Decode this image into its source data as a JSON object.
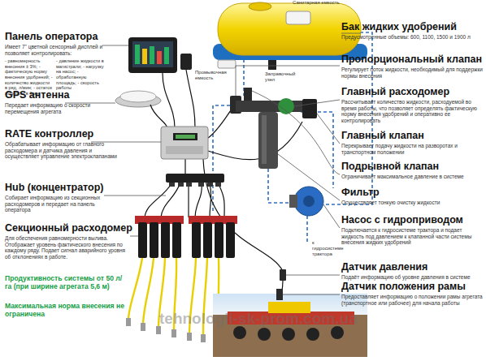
{
  "diagram": {
    "nodes": [
      {
        "text": [
          "Панель оператора",
          "Имеет 7\" цветной сенсорный дисплей и позволяет контролировать:",
          "- равномерность внесения ± 3%; - фактическую норму внесения удобрений; - количество жидкости в ряд, л/мин; - остаток жидкости в баке;",
          "- давление жидкости в магистрали; - нагрузку на насос; - обработанную площадь; - скорость работы"
        ]
      },
      {
        "text": [
          "GPS антенна",
          "Передает информацию о скорости перемещения агрегата"
        ]
      },
      {
        "text": [
          "RATE контроллер",
          "Обрабатывает информацию от главного расходомера и датчика давления и осуществляет управление электроклапанами"
        ]
      },
      {
        "text": [
          "Hub (концентратор)",
          "Собирает информацию из секционных расходомеров и передает на панель оператора"
        ]
      },
      {
        "text": [
          "Секционный расходомер",
          "Для обеспечения равномерности вылива. Отображает уровень фактического внесения по каждому ряду. Подает сигнал аварийного уровня об отклонениях в работе."
        ]
      },
      {
        "text": [
          "Бак жидких удобрений",
          "Предусмотренные объемы: 600, 1100, 1500 и 1900 л"
        ]
      },
      {
        "text": [
          "Пропорциональный клапан",
          "Регулирует поток жидкости, необходимый для поддержки нормы внесения"
        ]
      },
      {
        "text": [
          "Главный расходомер",
          "Рассчитывает количество жидкости, расходуемой во время работы, что позволяет определять фактическую норму внесения удобрений и оперативно ее контролировать"
        ]
      },
      {
        "text": [
          "Главный клапан",
          "Перекрывает подачу жидкости на разворотах и транспортном положении"
        ]
      },
      {
        "text": [
          "Подрывной клапан",
          "Ограничивает максимальное давление в системе"
        ]
      },
      {
        "text": [
          "Фильтр",
          "Осуществляет тонкую очистку жидкости"
        ]
      },
      {
        "text": [
          "Насос с гидроприводом",
          "Подключается к гидросистеме трактора и подает жидкость под давлением к клапанной части системы внесения жидких удобрений"
        ]
      },
      {
        "text": [
          "Датчик давления",
          "Подаёт информацию об уровне давления в системе"
        ]
      },
      {
        "text": [
          "Датчик положения рамы",
          "Предоставляет информацию о положении рамы агрегата (транспортное или рабочее) для начала работы"
        ]
      }
    ],
    "labels": [
      "Санитарная емкость",
      "Промывочная емкость",
      "Заправочный узел",
      "к гидросистеме трактора",
      "Продуктивность системы от 50 л/га (при ширине агрегата 5,6 м)",
      "Максимальная норма внесения не ограничена",
      "tehnologii-sk-prom.com.ua"
    ]
  }
}
